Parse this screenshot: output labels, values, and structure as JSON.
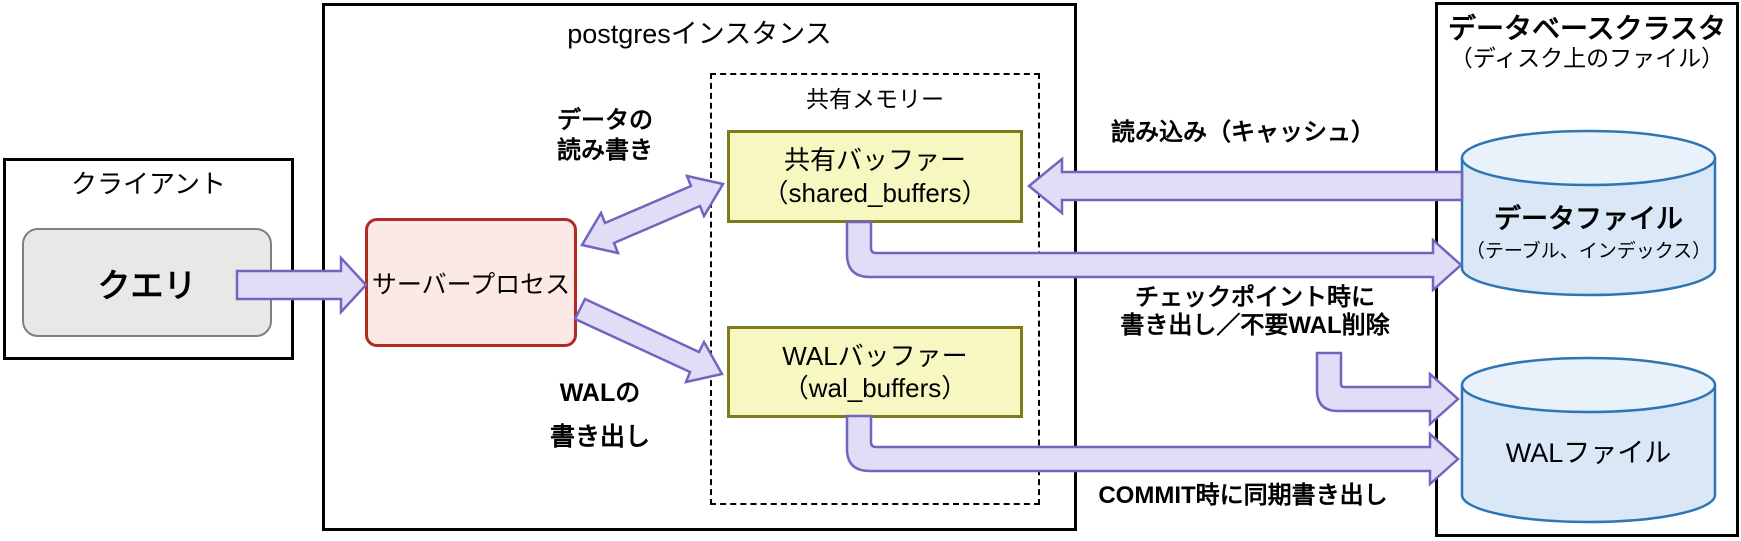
{
  "diagram": {
    "client": {
      "title": "クライアント",
      "query": "クエリ"
    },
    "postgres": {
      "title": "postgresインスタンス",
      "server_process": "サーバープロセス",
      "shared_memory": {
        "title": "共有メモリー",
        "shared_buffer": {
          "line1": "共有バッファー",
          "line2": "（shared_buffers）"
        },
        "wal_buffer": {
          "line1": "WALバッファー",
          "line2": "（wal_buffers）"
        }
      }
    },
    "cluster": {
      "title": "データベースクラスタ",
      "subtitle": "（ディスク上のファイル）",
      "data_file": {
        "line1": "データファイル",
        "line2": "（テーブル、インデックス）"
      },
      "wal_file": "WALファイル"
    },
    "labels": {
      "data_rw_line1": "データの",
      "data_rw_line2": "読み書き",
      "wal_write_line1": "WALの",
      "wal_write_line2": "書き出し",
      "read_cache": "読み込み（キャッシュ）",
      "checkpoint_line1": "チェックポイント時に",
      "checkpoint_line2": "書き出し／不要WAL削除",
      "commit": "COMMIT時に同期書き出し"
    },
    "colors": {
      "arrow_fill": "#e2ddf7",
      "arrow_stroke": "#7265c0",
      "buffer_fill": "#f7f7c2",
      "buffer_stroke": "#7f7a1a",
      "server_fill": "#fce8e5",
      "server_stroke": "#b02c22",
      "query_fill": "#e8e8e7",
      "query_stroke": "#7f7f7f",
      "cylinder_fill": "#d9e7f6",
      "cylinder_top_fill": "#e9f1fb",
      "cylinder_stroke": "#2e75b6"
    }
  }
}
